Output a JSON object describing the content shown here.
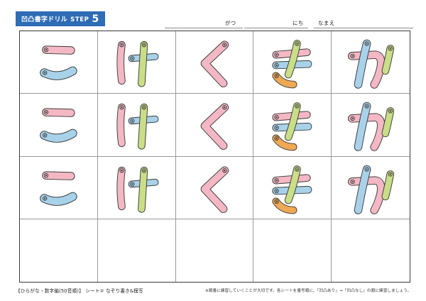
{
  "header": {
    "badge_title": "凹凸書字ドリル",
    "badge_step_word": "STEP",
    "badge_step_number": "5",
    "badge_color": "#2e6cb5",
    "fields": [
      {
        "name": "month",
        "label": "がつ",
        "value": ""
      },
      {
        "name": "day",
        "label": "にち",
        "value": ""
      },
      {
        "name": "student-name",
        "label": "なまえ",
        "value": ""
      }
    ]
  },
  "worksheet": {
    "columns": 5,
    "rows": 4,
    "characters": [
      "こ",
      "け",
      "く",
      "き",
      "か"
    ],
    "stroke_colors": {
      "1": "#f4b8c4",
      "2": "#a8d2ea",
      "3": "#c9de87",
      "4": "#efa954"
    },
    "cells": [
      [
        {
          "char": "こ",
          "filled": true,
          "strokes": 2
        },
        {
          "char": "け",
          "filled": true,
          "strokes": 3
        },
        {
          "char": "く",
          "filled": true,
          "strokes": 1
        },
        {
          "char": "き",
          "filled": true,
          "strokes": 4
        },
        {
          "char": "か",
          "filled": true,
          "strokes": 3
        }
      ],
      [
        {
          "char": "こ",
          "filled": true,
          "strokes": 2
        },
        {
          "char": "け",
          "filled": true,
          "strokes": 3
        },
        {
          "char": "く",
          "filled": true,
          "strokes": 1
        },
        {
          "char": "き",
          "filled": true,
          "strokes": 4
        },
        {
          "char": "か",
          "filled": true,
          "strokes": 3
        }
      ],
      [
        {
          "char": "こ",
          "filled": true,
          "strokes": 2
        },
        {
          "char": "け",
          "filled": true,
          "strokes": 3
        },
        {
          "char": "く",
          "filled": true,
          "strokes": 1
        },
        {
          "char": "き",
          "filled": true,
          "strokes": 4
        },
        {
          "char": "か",
          "filled": true,
          "strokes": 3
        }
      ],
      [
        {
          "char": "",
          "filled": false,
          "strokes": 0
        },
        {
          "char": "",
          "filled": false,
          "strokes": 0
        },
        {
          "char": "",
          "filled": false,
          "strokes": 0
        },
        {
          "char": "",
          "filled": false,
          "strokes": 0
        },
        {
          "char": "",
          "filled": false,
          "strokes": 0
        }
      ]
    ]
  },
  "footer": {
    "left_note": "【ひらがな・数字編(50音順)】 シート② なぞり書き&模写",
    "right_note": "※順番に練習していくことが大切です。各シートを番号順に、「凹凸あり」→「凹凸なし」の順に練習しましょう。"
  }
}
